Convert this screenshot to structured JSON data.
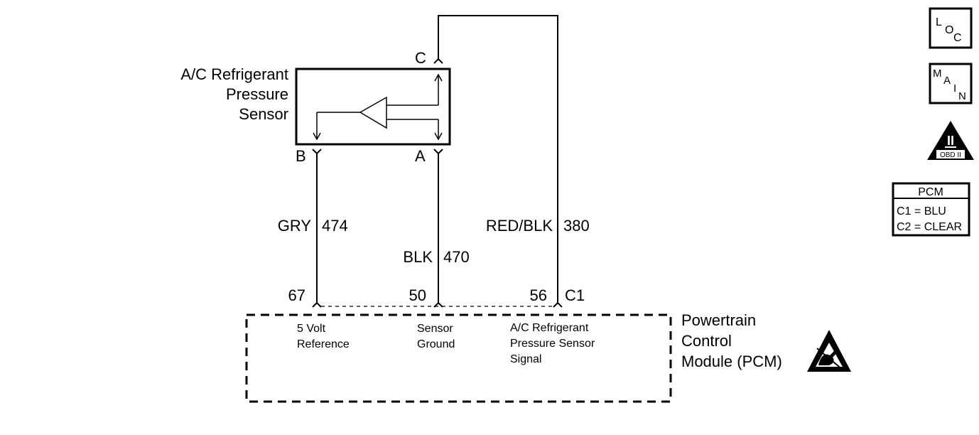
{
  "sensor": {
    "name_line1": "A/C Refrigerant",
    "name_line2": "Pressure",
    "name_line3": "Sensor",
    "pin_c": "C",
    "pin_b": "B",
    "pin_a": "A"
  },
  "wires": [
    {
      "color": "GRY",
      "circuit": "474"
    },
    {
      "color": "BLK",
      "circuit": "470"
    },
    {
      "color": "RED/BLK",
      "circuit": "380"
    }
  ],
  "pcm_pins": {
    "p67": "67",
    "p50": "50",
    "p56": "56",
    "connector": "C1"
  },
  "pcm_terminals": {
    "t1_line1": "5 Volt",
    "t1_line2": "Reference",
    "t2_line1": "Sensor",
    "t2_line2": "Ground",
    "t3_line1": "A/C Refrigerant",
    "t3_line2": "Pressure Sensor",
    "t3_line3": "Signal"
  },
  "pcm_module": {
    "line1": "Powertrain",
    "line2": "Control",
    "line3": "Module (PCM)"
  },
  "side_icons": {
    "loc": {
      "l1": "L",
      "l2": "O",
      "l3": "C"
    },
    "main": {
      "l1": "M",
      "l2": "A",
      "l3": "I",
      "l4": "N"
    },
    "obd": {
      "numeral": "II",
      "label": "OBD II"
    },
    "pcm_legend": {
      "title": "PCM",
      "line1": "C1 = BLU",
      "line2": "C2 = CLEAR"
    },
    "esd_icon": "esd-sensitive-icon"
  }
}
